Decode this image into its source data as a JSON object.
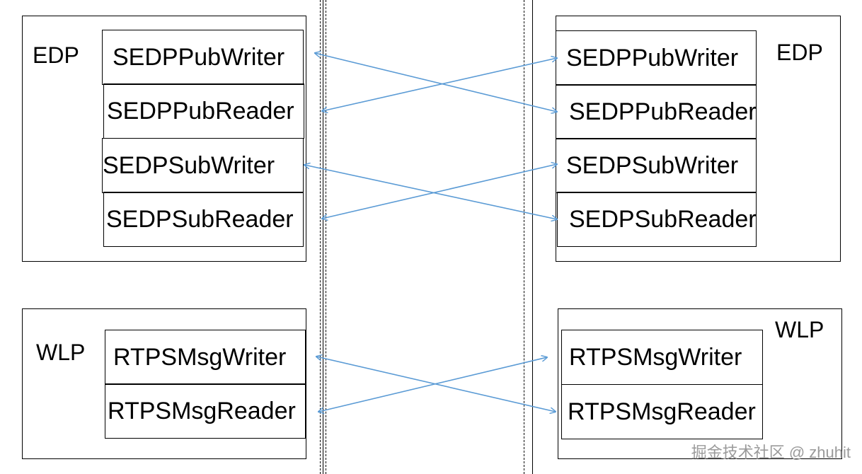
{
  "left": {
    "edp": {
      "label": "EDP",
      "endpoints": [
        "SEDPPubWriter",
        "SEDPPubReader",
        "SEDPSubWriter",
        "SEDPSubReader"
      ]
    },
    "wlp": {
      "label": "WLP",
      "endpoints": [
        "RTPSMsgWriter",
        "RTPSMsgReader"
      ]
    }
  },
  "right": {
    "edp": {
      "label": "EDP",
      "endpoints": [
        "SEDPPubWriter",
        "SEDPPubReader",
        "SEDPSubWriter",
        "SEDPSubReader"
      ]
    },
    "wlp": {
      "label": "WLP",
      "endpoints": [
        "RTPSMsgWriter",
        "RTPSMsgReader"
      ]
    }
  },
  "connections": [
    {
      "from": "left.SEDPPubWriter",
      "to": "right.SEDPPubReader"
    },
    {
      "from": "right.SEDPPubWriter",
      "to": "left.SEDPPubReader"
    },
    {
      "from": "left.SEDPSubWriter",
      "to": "right.SEDPSubReader"
    },
    {
      "from": "right.SEDPSubWriter",
      "to": "left.SEDPSubReader"
    },
    {
      "from": "left.RTPSMsgWriter",
      "to": "right.RTPSMsgReader"
    },
    {
      "from": "right.RTPSMsgWriter",
      "to": "left.RTPSMsgReader"
    }
  ],
  "colors": {
    "arrow": "#5b9bd5",
    "border": "#000000",
    "watermark": "#9a9a9a"
  },
  "watermark": "掘金技术社区 @ zhuhit"
}
